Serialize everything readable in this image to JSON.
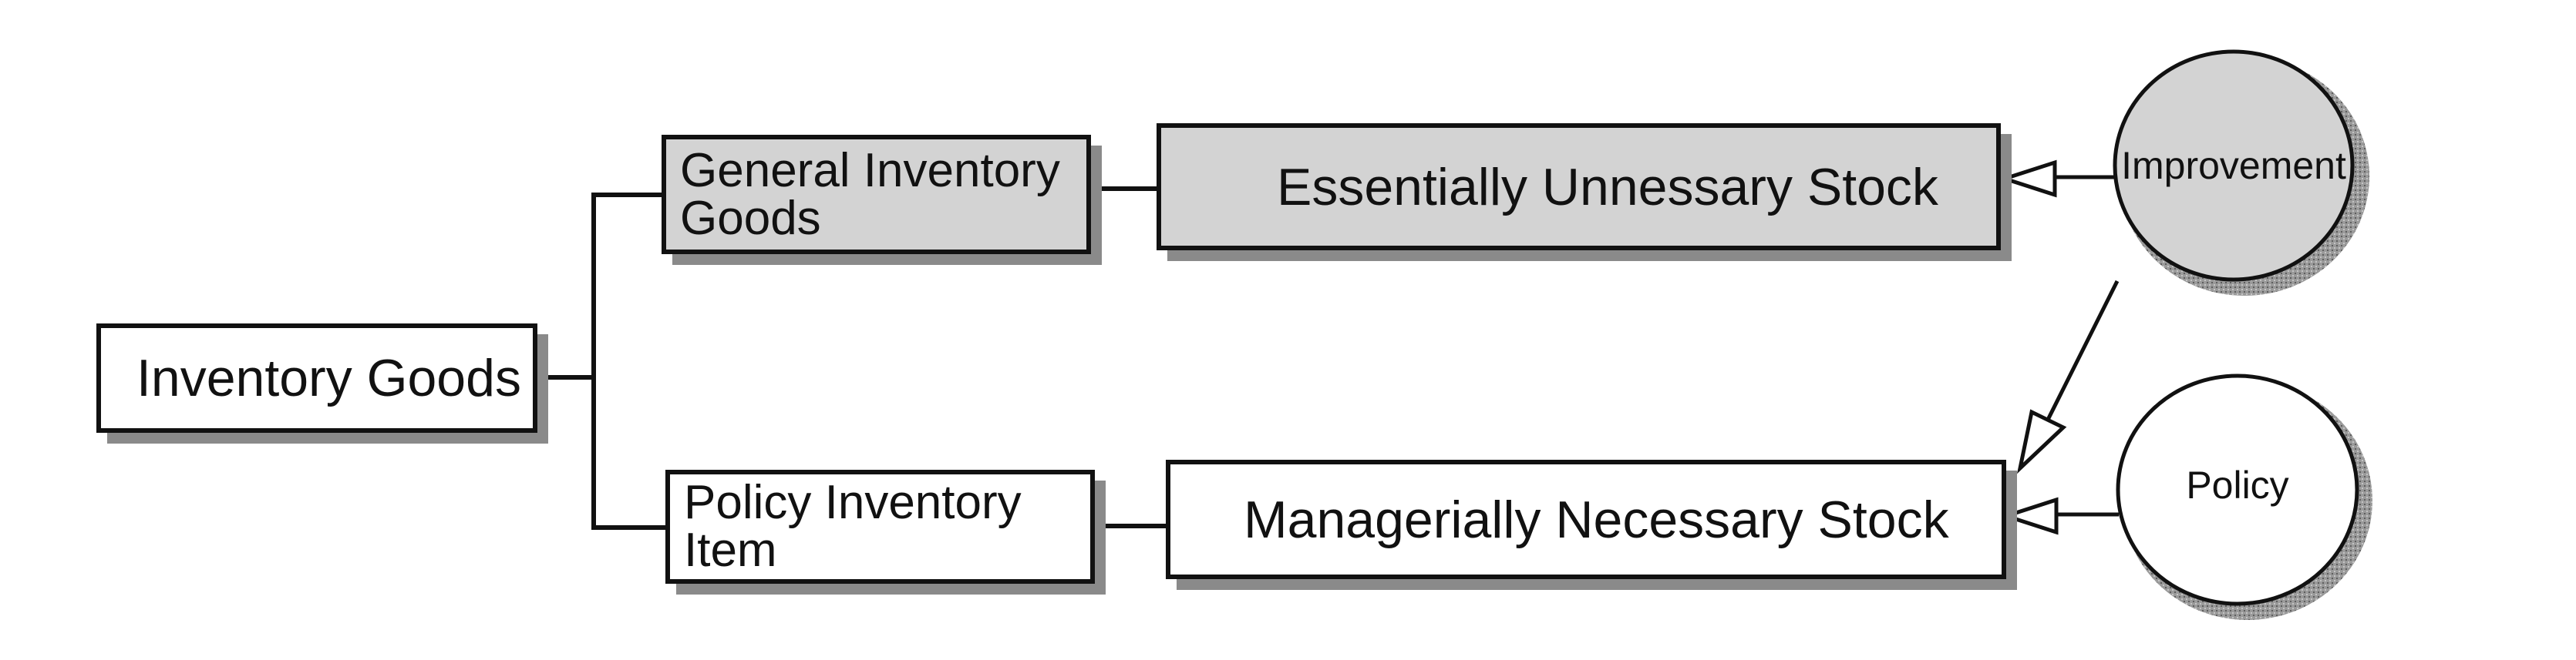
{
  "diagram": {
    "nodes": {
      "inventory_goods": "Inventory Goods",
      "general_inventory_goods": "General Inventory Goods",
      "policy_inventory_item": "Policy Inventory Item",
      "essentially_unnecessary_stock": "Essentially Unnessary Stock",
      "managerially_necessary_stock": "Managerially Necessary Stock",
      "improvement": "Improvement",
      "policy": "Policy"
    },
    "colors": {
      "gray_fill": "#d3d3d3",
      "white_fill": "#ffffff",
      "outline": "#111111",
      "shadow": "#8a8a8a"
    }
  }
}
